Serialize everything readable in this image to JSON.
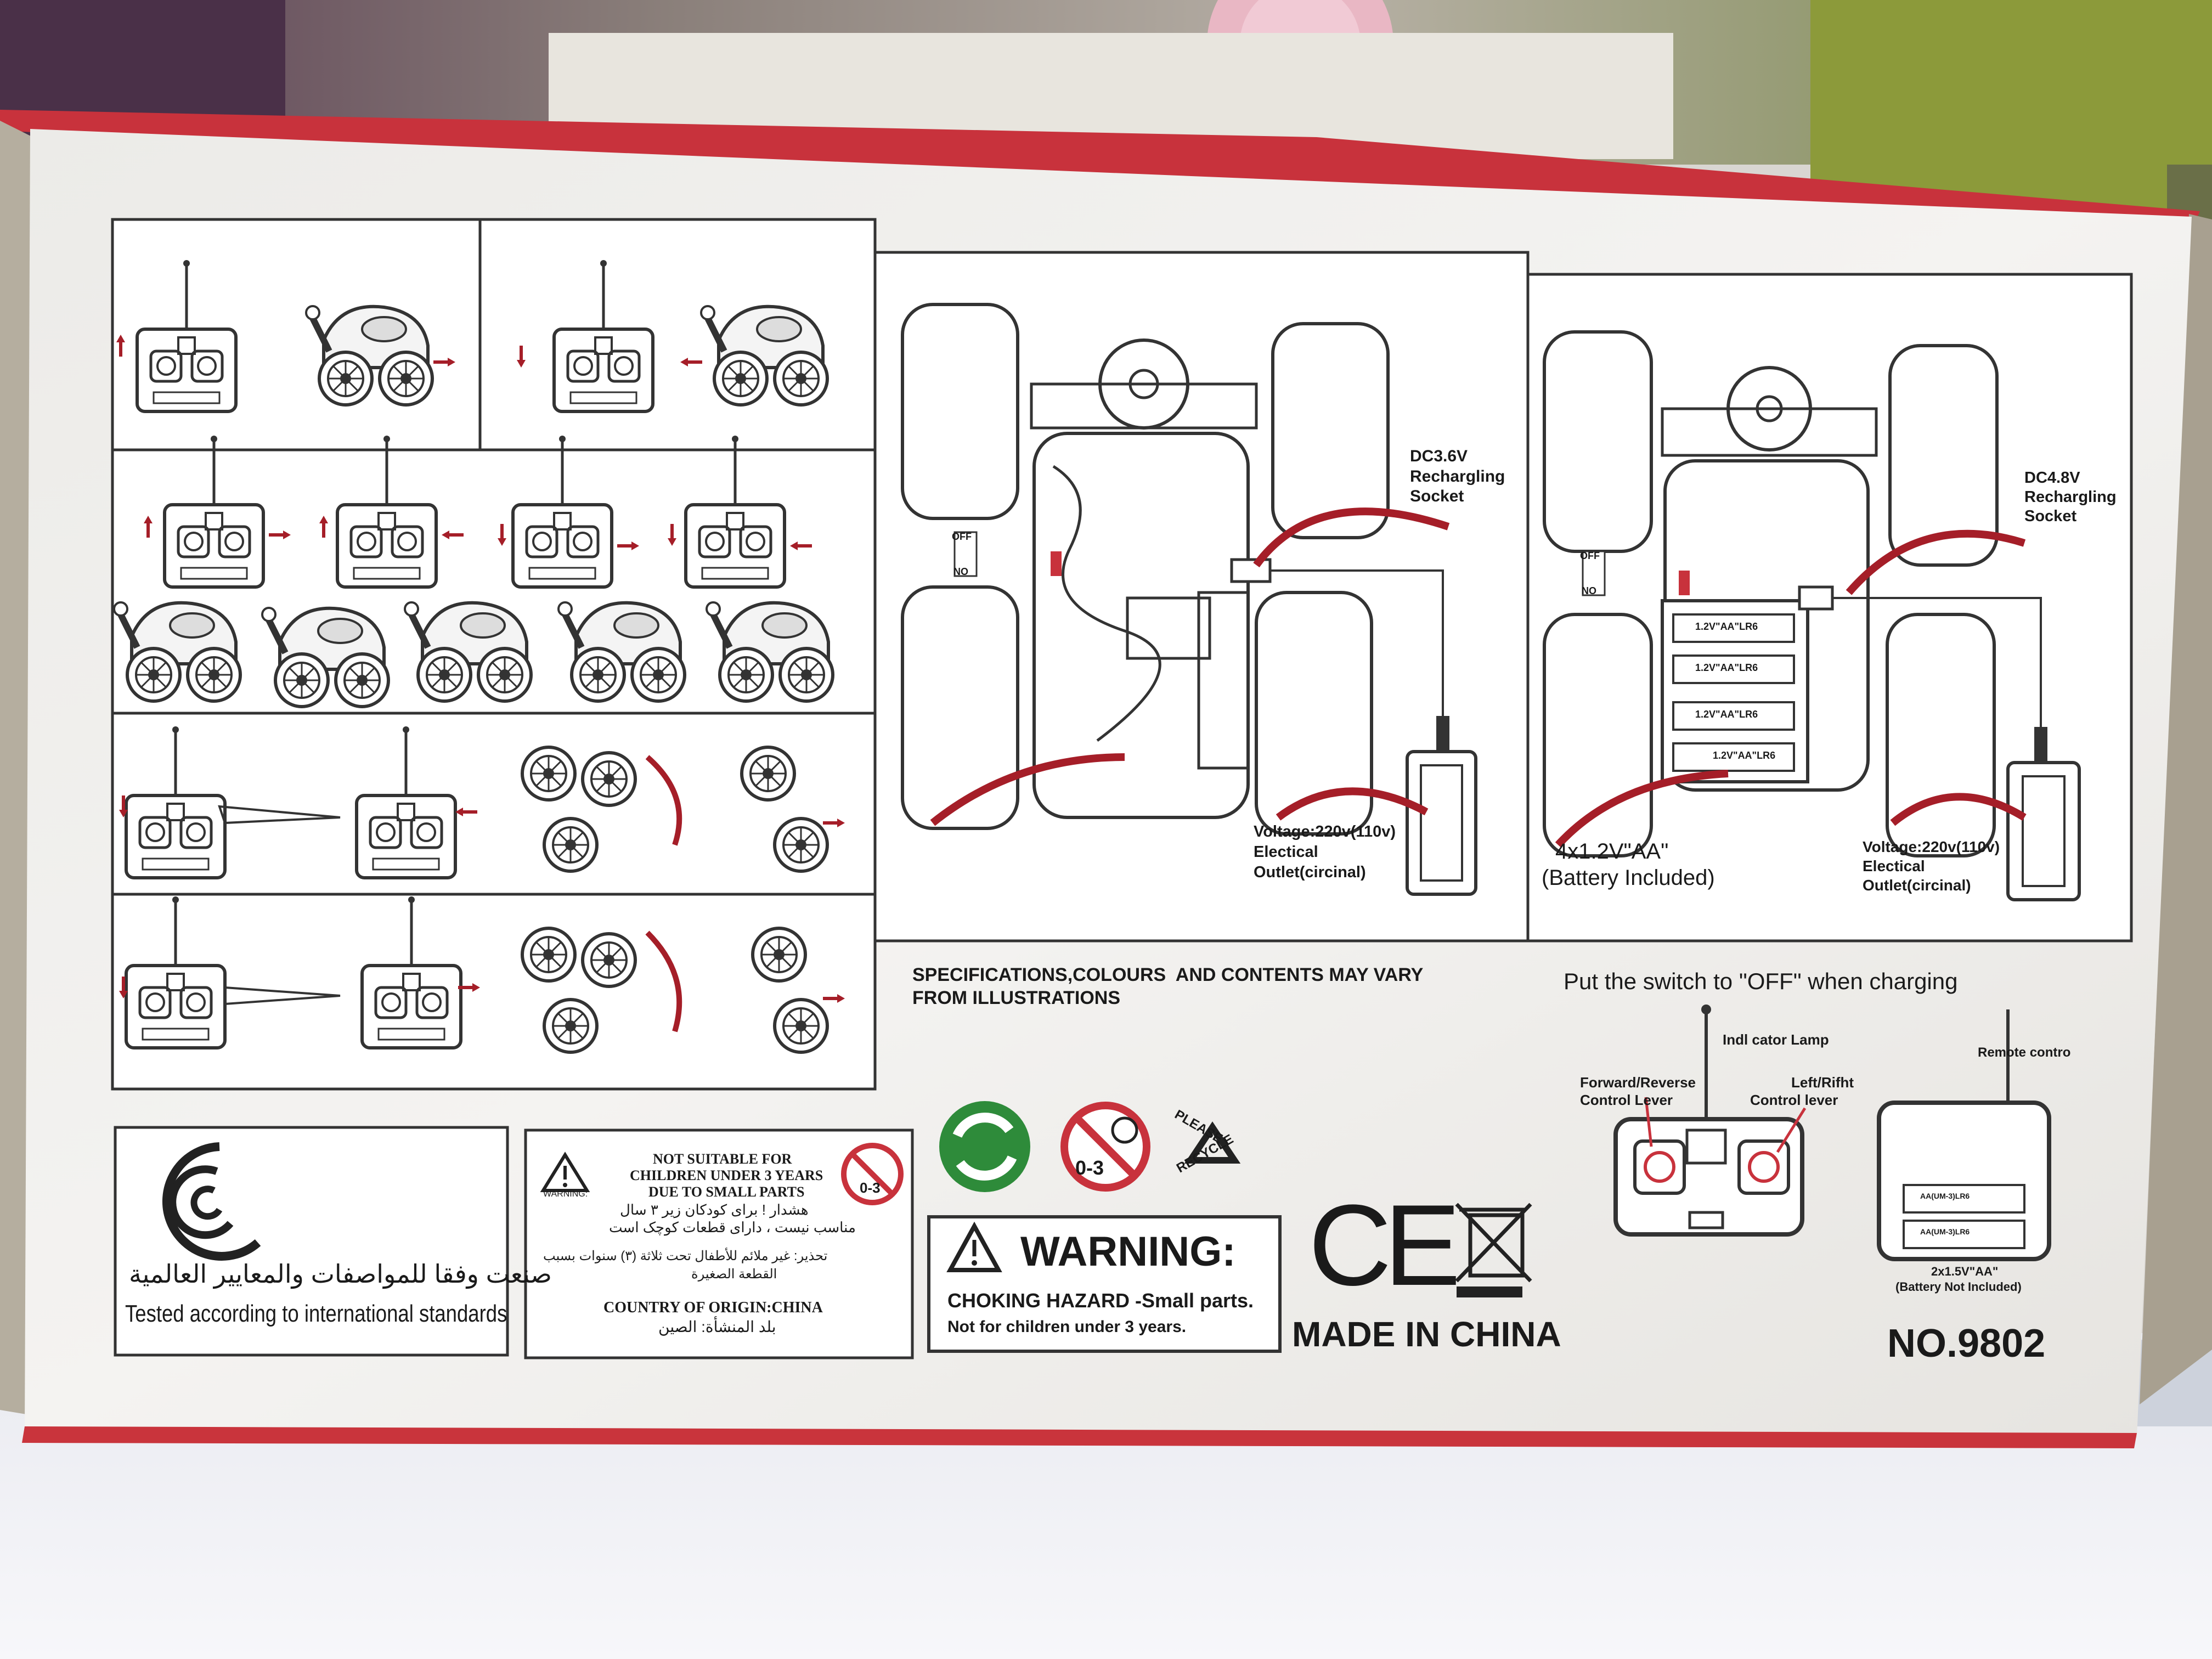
{
  "colors": {
    "box_face": "#f3f2f0",
    "box_edge": "#b5ae9f",
    "red_trim": "#c8323c",
    "line": "#333333",
    "arrow_red": "#a51e28",
    "table": "#ffffff",
    "background_store": "#6b7a8a",
    "green_dot": "#2e8b3a"
  },
  "specs_note": {
    "line1": "SPECIFICATIONS,COLOURS  AND CONTENTS MAY VARY",
    "line2": "FROM ILLUSTRATIONS"
  },
  "left_diagram": {
    "dc_label": "DC3.6V",
    "socket_label1": "Rechargling",
    "socket_label2": "Socket",
    "switch_off": "OFF",
    "switch_no": "NO",
    "voltage1": "Voltage:220v(110v)",
    "voltage2": "Electical",
    "voltage3": "Outlet(circinal)"
  },
  "right_diagram": {
    "dc_label": "DC4.8V",
    "socket_label1": "Rechargling",
    "socket_label2": "Socket",
    "switch_off": "OFF",
    "switch_no": "NO",
    "battery_cell": "1.2V\"AA\"LR6",
    "battery_line1": "4x1.2V\"AA\"",
    "battery_line2": "(Battery Included)",
    "voltage1": "Voltage:220v(110v)",
    "voltage2": "Electical",
    "voltage3": "Outlet(circinal)"
  },
  "switch_note": "Put the switch to \"OFF\" when charging",
  "remote_labels": {
    "indicator": "Indl cator Lamp",
    "fwd1": "Forward/Reverse",
    "fwd2": "Control Lever",
    "lr1": "Left/Rifht",
    "lr2": "Control lever",
    "remote": "Remote contro",
    "battery1": "2x1.5V\"AA\"",
    "battery2": "(Battery Not Included)",
    "back_cell": "AA(UM-3)LR6"
  },
  "standards": {
    "arabic": "صنعت وفقا للمواصفات والمعايير العالمية",
    "english": "Tested according to international standards"
  },
  "age_warning": {
    "warning_small": "WARNING:",
    "line1": "NOT SUITABLE FOR",
    "line2": "CHILDREN UNDER 3 YEARS",
    "line3": "DUE TO SMALL PARTS",
    "persian1": "هشدار ! برای کودکان زیر ۳ سال",
    "persian2": "مناسب نیست ، دارای قطعات کوچک است",
    "arabic1": "تحذير: غير ملائم للأطفال تحت ثلاثة (٣) سنوات بسبب",
    "arabic2": "القطعة الصغيرة",
    "origin": "COUNTRY OF ORIGIN:CHINA",
    "origin_ar": "بلد المنشأة: الصين",
    "age_icon": "0-3"
  },
  "icons": {
    "age_icon": "0-3",
    "recycle_top": "PLEASE",
    "recycle_bottom": "RECYCLE"
  },
  "choking": {
    "title": "WARNING:",
    "line1": "CHOKING HAZARD -Small parts.",
    "line2": "Not for children under 3 years."
  },
  "ce": "CE",
  "made_in": "MADE IN CHINA",
  "model": "NO.9802"
}
